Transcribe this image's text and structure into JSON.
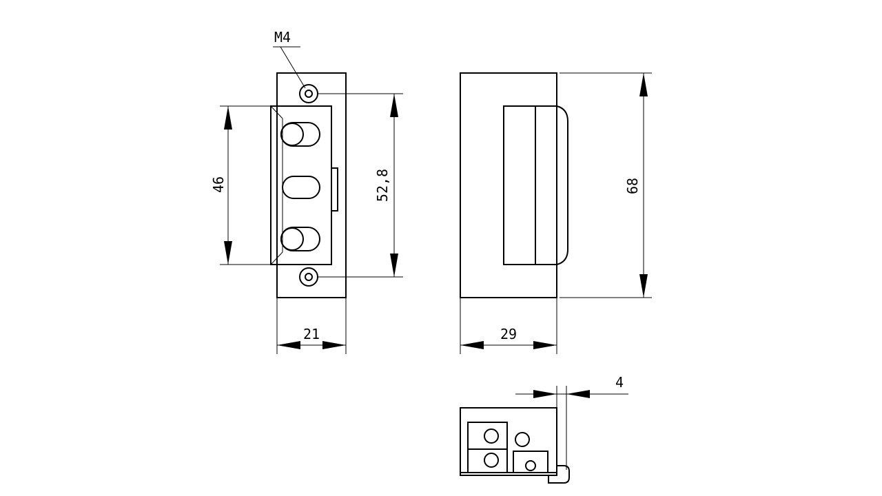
{
  "drawing": {
    "labels": {
      "thread": "M4",
      "height_inner": "46",
      "hole_spacing": "52,8",
      "height_total": "68",
      "width_front": "21",
      "depth_side": "29",
      "offset_bottom": "4"
    },
    "line_color": "#000000",
    "background": "#ffffff"
  }
}
